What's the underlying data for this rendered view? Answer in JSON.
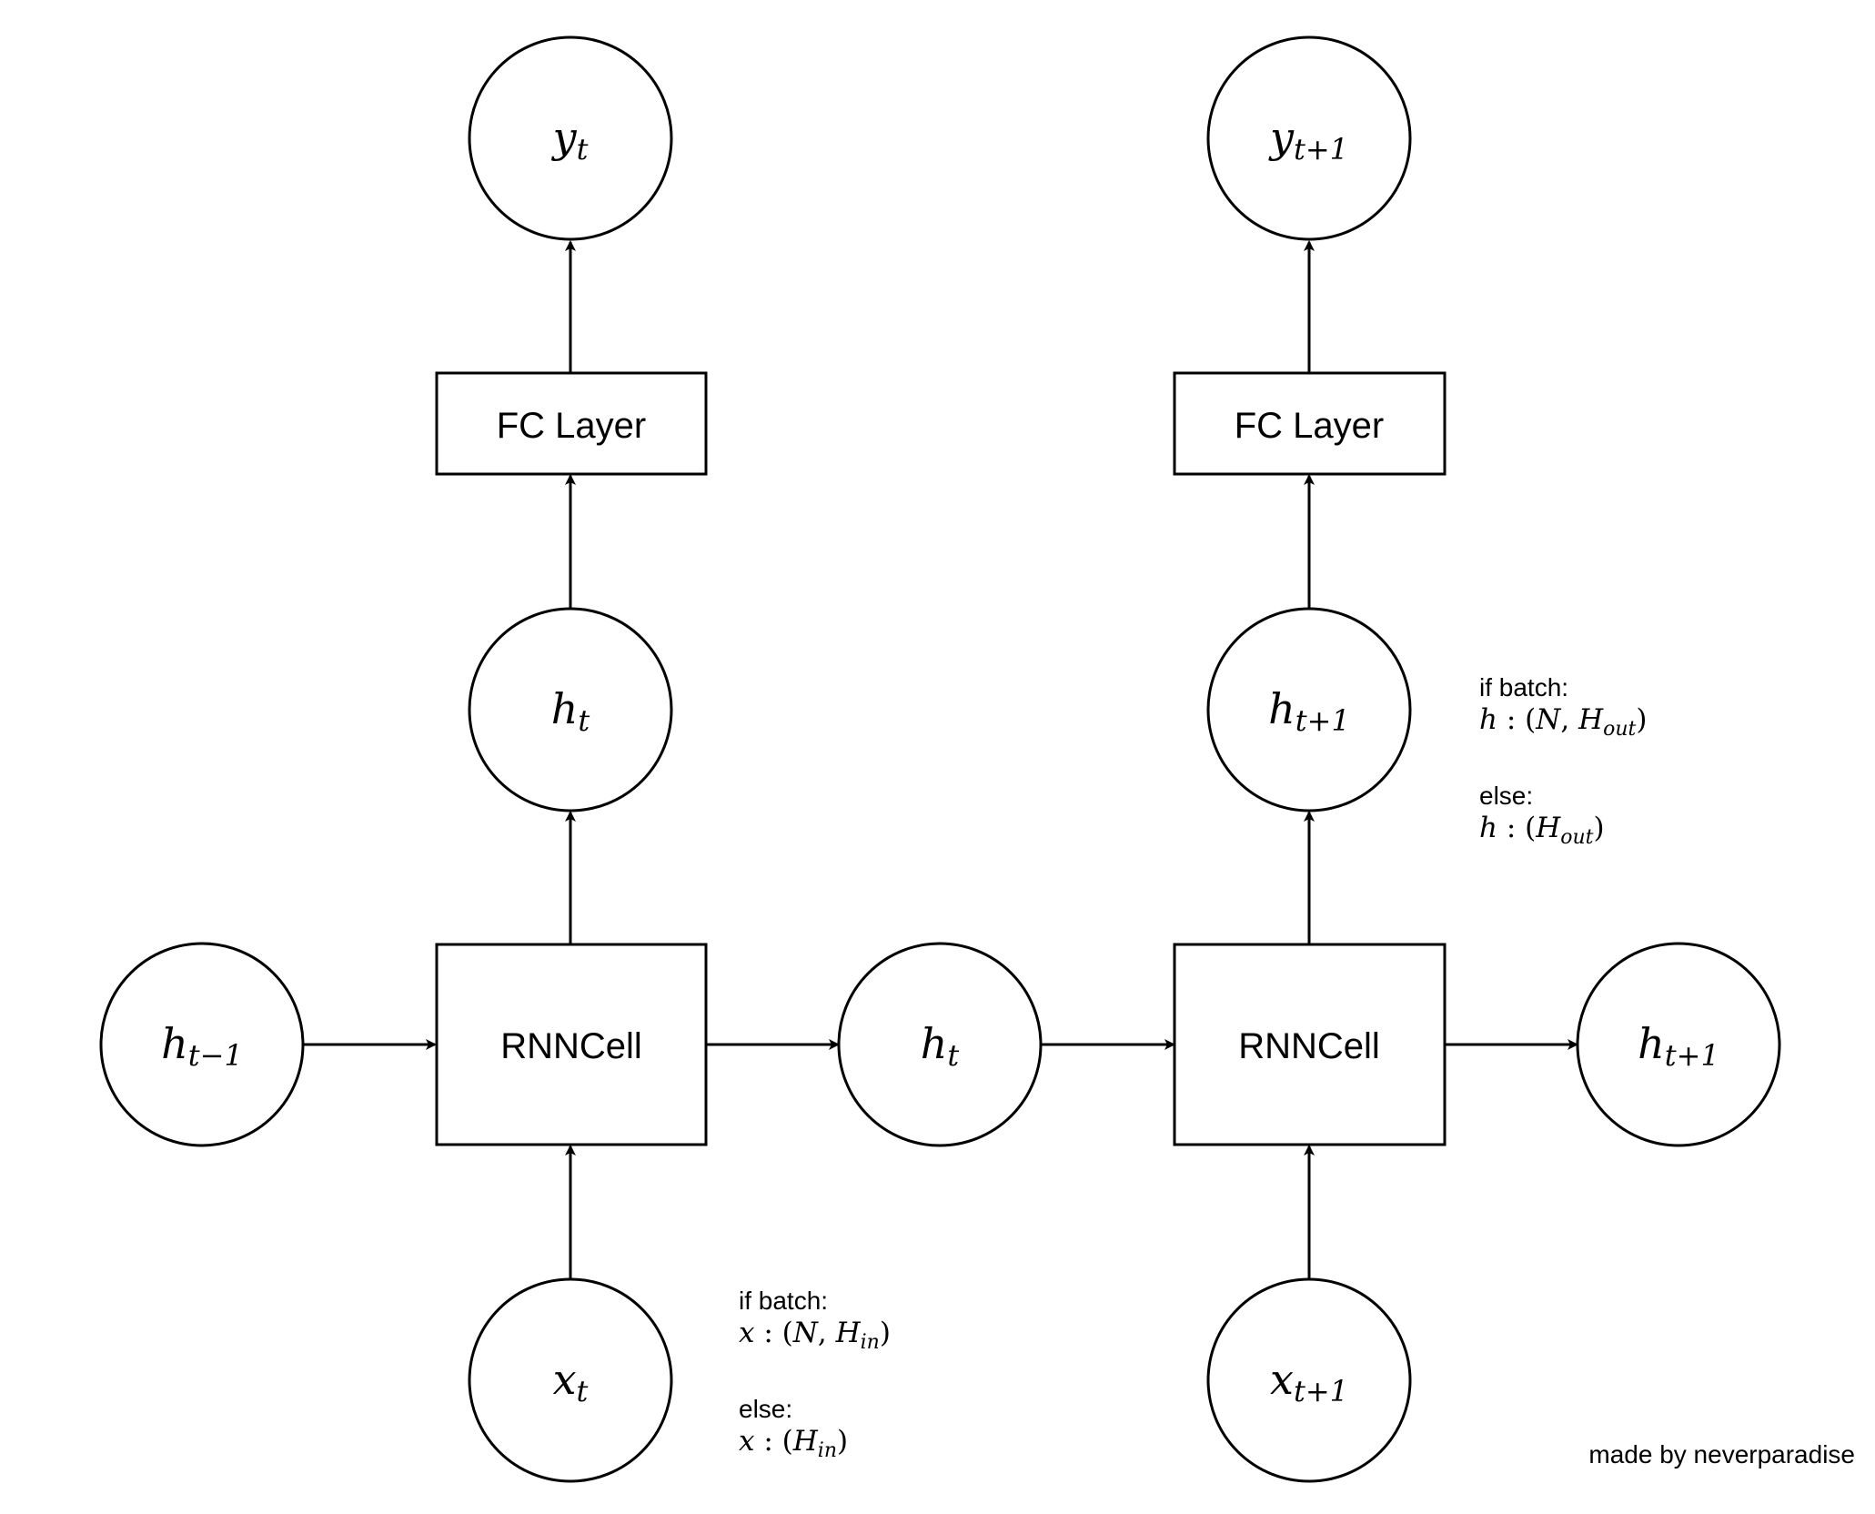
{
  "nodes": {
    "y_t": {
      "base": "y",
      "sub": "t"
    },
    "y_t1": {
      "base": "y",
      "sub": "t+1"
    },
    "h_t_top": {
      "base": "h",
      "sub": "t"
    },
    "h_t1_top": {
      "base": "h",
      "sub": "t+1"
    },
    "h_tm1": {
      "base": "h",
      "sub": "t−1"
    },
    "h_t_mid": {
      "base": "h",
      "sub": "t"
    },
    "h_t1_right": {
      "base": "h",
      "sub": "t+1"
    },
    "x_t": {
      "base": "x",
      "sub": "t"
    },
    "x_t1": {
      "base": "x",
      "sub": "t+1"
    }
  },
  "boxes": {
    "fc1": "FC Layer",
    "fc2": "FC Layer",
    "rnn1": "RNNCell",
    "rnn2": "RNNCell"
  },
  "notes": {
    "x_shape": {
      "batch_label": "if batch:",
      "batch_var": "x",
      "batch_sep": " : (",
      "batch_n": "N",
      "batch_comma": ", ",
      "batch_dim": "H",
      "batch_dim_sub": "in",
      "close": ")",
      "else_label": "else:",
      "else_var": "x",
      "else_sep": " : (",
      "else_dim": "H",
      "else_dim_sub": "in"
    },
    "h_shape": {
      "batch_label": "if batch:",
      "batch_var": "h",
      "batch_sep": " : (",
      "batch_n": "N",
      "batch_comma": ", ",
      "batch_dim": "H",
      "batch_dim_sub": "out",
      "close": ")",
      "else_label": "else:",
      "else_var": "h",
      "else_sep": " : (",
      "else_dim": "H",
      "else_dim_sub": "out"
    }
  },
  "credit": "made by neverparadise"
}
